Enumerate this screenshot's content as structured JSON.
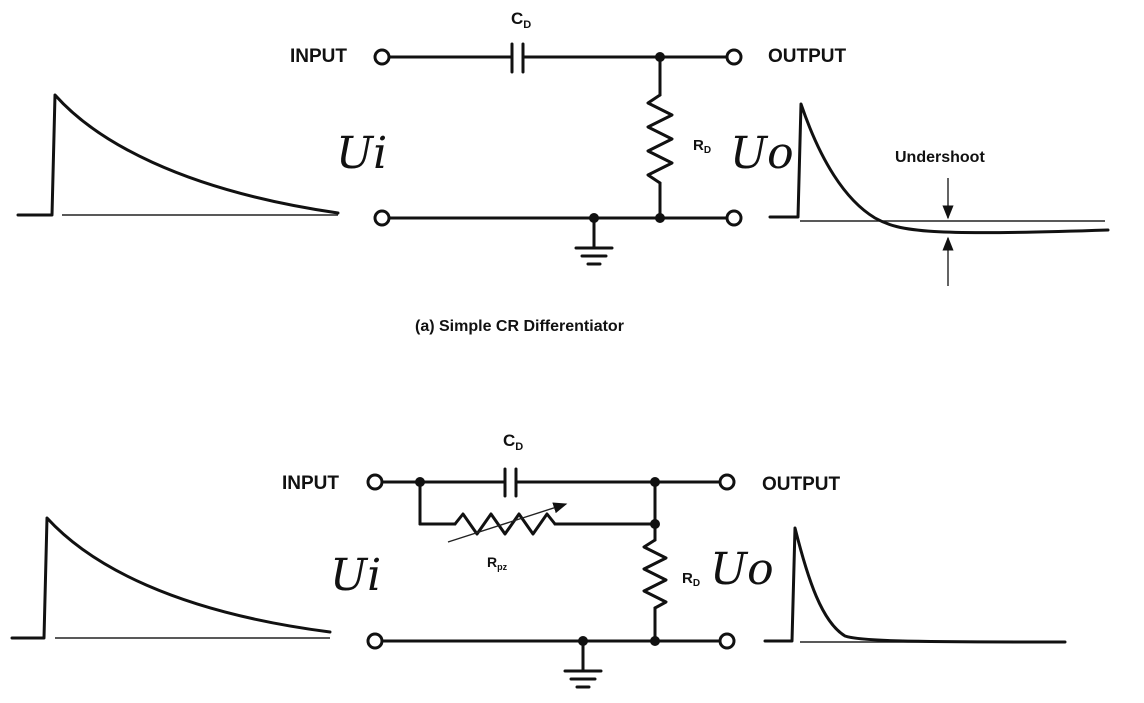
{
  "top": {
    "input_label": "INPUT",
    "output_label": "OUTPUT",
    "cap_main": "C",
    "cap_sub": "D",
    "res_main": "R",
    "res_sub": "D",
    "input_symbol": "Ui",
    "output_symbol": "Uo",
    "undershoot_label": "Undershoot",
    "caption": "(a) Simple CR Differentiator"
  },
  "bottom": {
    "input_label": "INPUT",
    "output_label": "OUTPUT",
    "cap_main": "C",
    "cap_sub": "D",
    "res_main": "R",
    "res_sub": "D",
    "pz_main": "R",
    "pz_sub": "pz",
    "input_symbol": "Ui",
    "output_symbol": "Uo"
  }
}
